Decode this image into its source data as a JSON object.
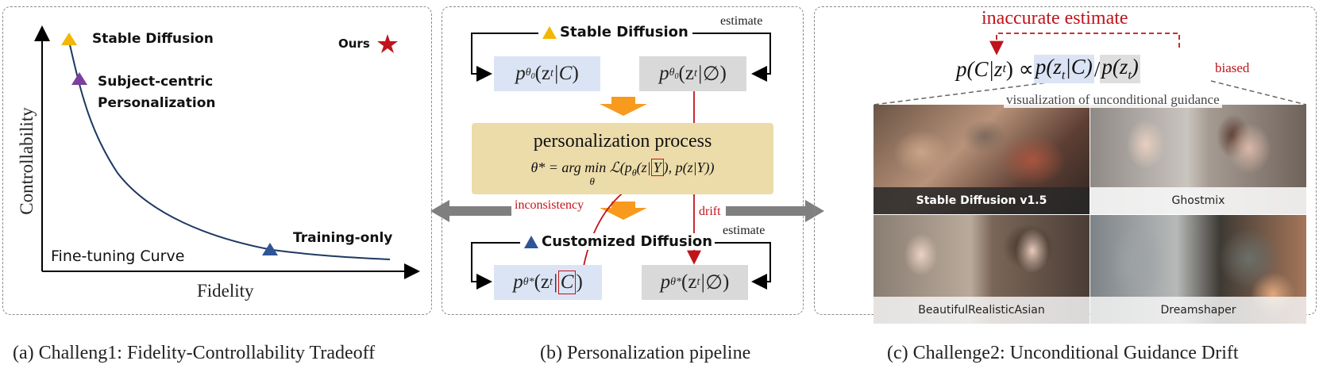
{
  "panel_a": {
    "ylabel": "Controllability",
    "xlabel": "Fidelity",
    "curve_label": "Fine-tuning Curve",
    "points": [
      {
        "label": "Stable Diffusion",
        "marker": "triangle",
        "color": "#f2b705"
      },
      {
        "label_line1": "Subject-centric",
        "label_line2": "Personalization",
        "marker": "triangle",
        "color": "#7b3fa0"
      },
      {
        "label": "Training-only",
        "marker": "triangle",
        "color": "#2f5597"
      },
      {
        "label": "Ours",
        "marker": "star",
        "color": "#c0141b"
      }
    ],
    "caption": "(a) Challeng1: Fidelity-Controllability Tradeoff"
  },
  "panel_b": {
    "top_model": "Stable Diffusion",
    "top_estimate": "estimate",
    "process_title": "personalization process",
    "objective": {
      "lhs": "θ* = arg min",
      "sub": "θ",
      "body_pre": "ℒ(p",
      "body_sub": "θ",
      "body_mid": "(z|",
      "boxed": "Y",
      "body_post": "), p(z|Y))"
    },
    "cond_top": {
      "p": "p",
      "sub": "θ",
      "subsub": "0",
      "arg": "(z",
      "t": "t",
      "given": "|",
      "c": "C",
      "close": ")"
    },
    "uncond_top": {
      "p": "p",
      "sub": "θ",
      "subsub": "0",
      "arg": "(z",
      "t": "t",
      "given": "|",
      "c": "∅",
      "close": ")"
    },
    "bottom_model": "Customized Diffusion",
    "bottom_estimate": "estimate",
    "cond_bottom": {
      "p": "p",
      "sub": "θ*",
      "arg": "(z",
      "t": "t",
      "given": "|",
      "c": "C",
      "close": ")"
    },
    "uncond_bottom": {
      "p": "p",
      "sub": "θ*",
      "arg": "(z",
      "t": "t",
      "given": "|",
      "c": "∅",
      "close": ")"
    },
    "inconsistency_label": "inconsistency",
    "drift_label": "drift",
    "caption": "(b) Personalization pipeline"
  },
  "panel_c": {
    "inaccurate": "inaccurate estimate",
    "formula_left": "p(C|z",
    "formula_left_sub": "t",
    "formula_prop": ") ∝ ",
    "formula_mid": "p(z",
    "formula_mid_sub": "t",
    "formula_mid2": "|C)",
    "formula_slash": "/",
    "formula_right": "p(z",
    "formula_right_sub": "t",
    "formula_right2": ")",
    "biased": "biased",
    "viz_title": "visualization of unconditional guidance",
    "tiles": [
      "Stable Diffusion v1.5",
      "Ghostmix",
      "BeautifulRealisticAsian",
      "Dreamshaper"
    ],
    "caption": "(c) Challenge2: Unconditional Guidance Drift"
  },
  "colors": {
    "accent_red": "#c0141b",
    "box_blue": "#dbe4f4",
    "box_gray": "#d9d9d9",
    "process_tan": "#ecdcaa",
    "orange_arrow": "#f79a1e",
    "gray_arrow": "#7f7f7f",
    "highlight_blue": "#dbe4f4",
    "highlight_gray": "#dedede"
  }
}
